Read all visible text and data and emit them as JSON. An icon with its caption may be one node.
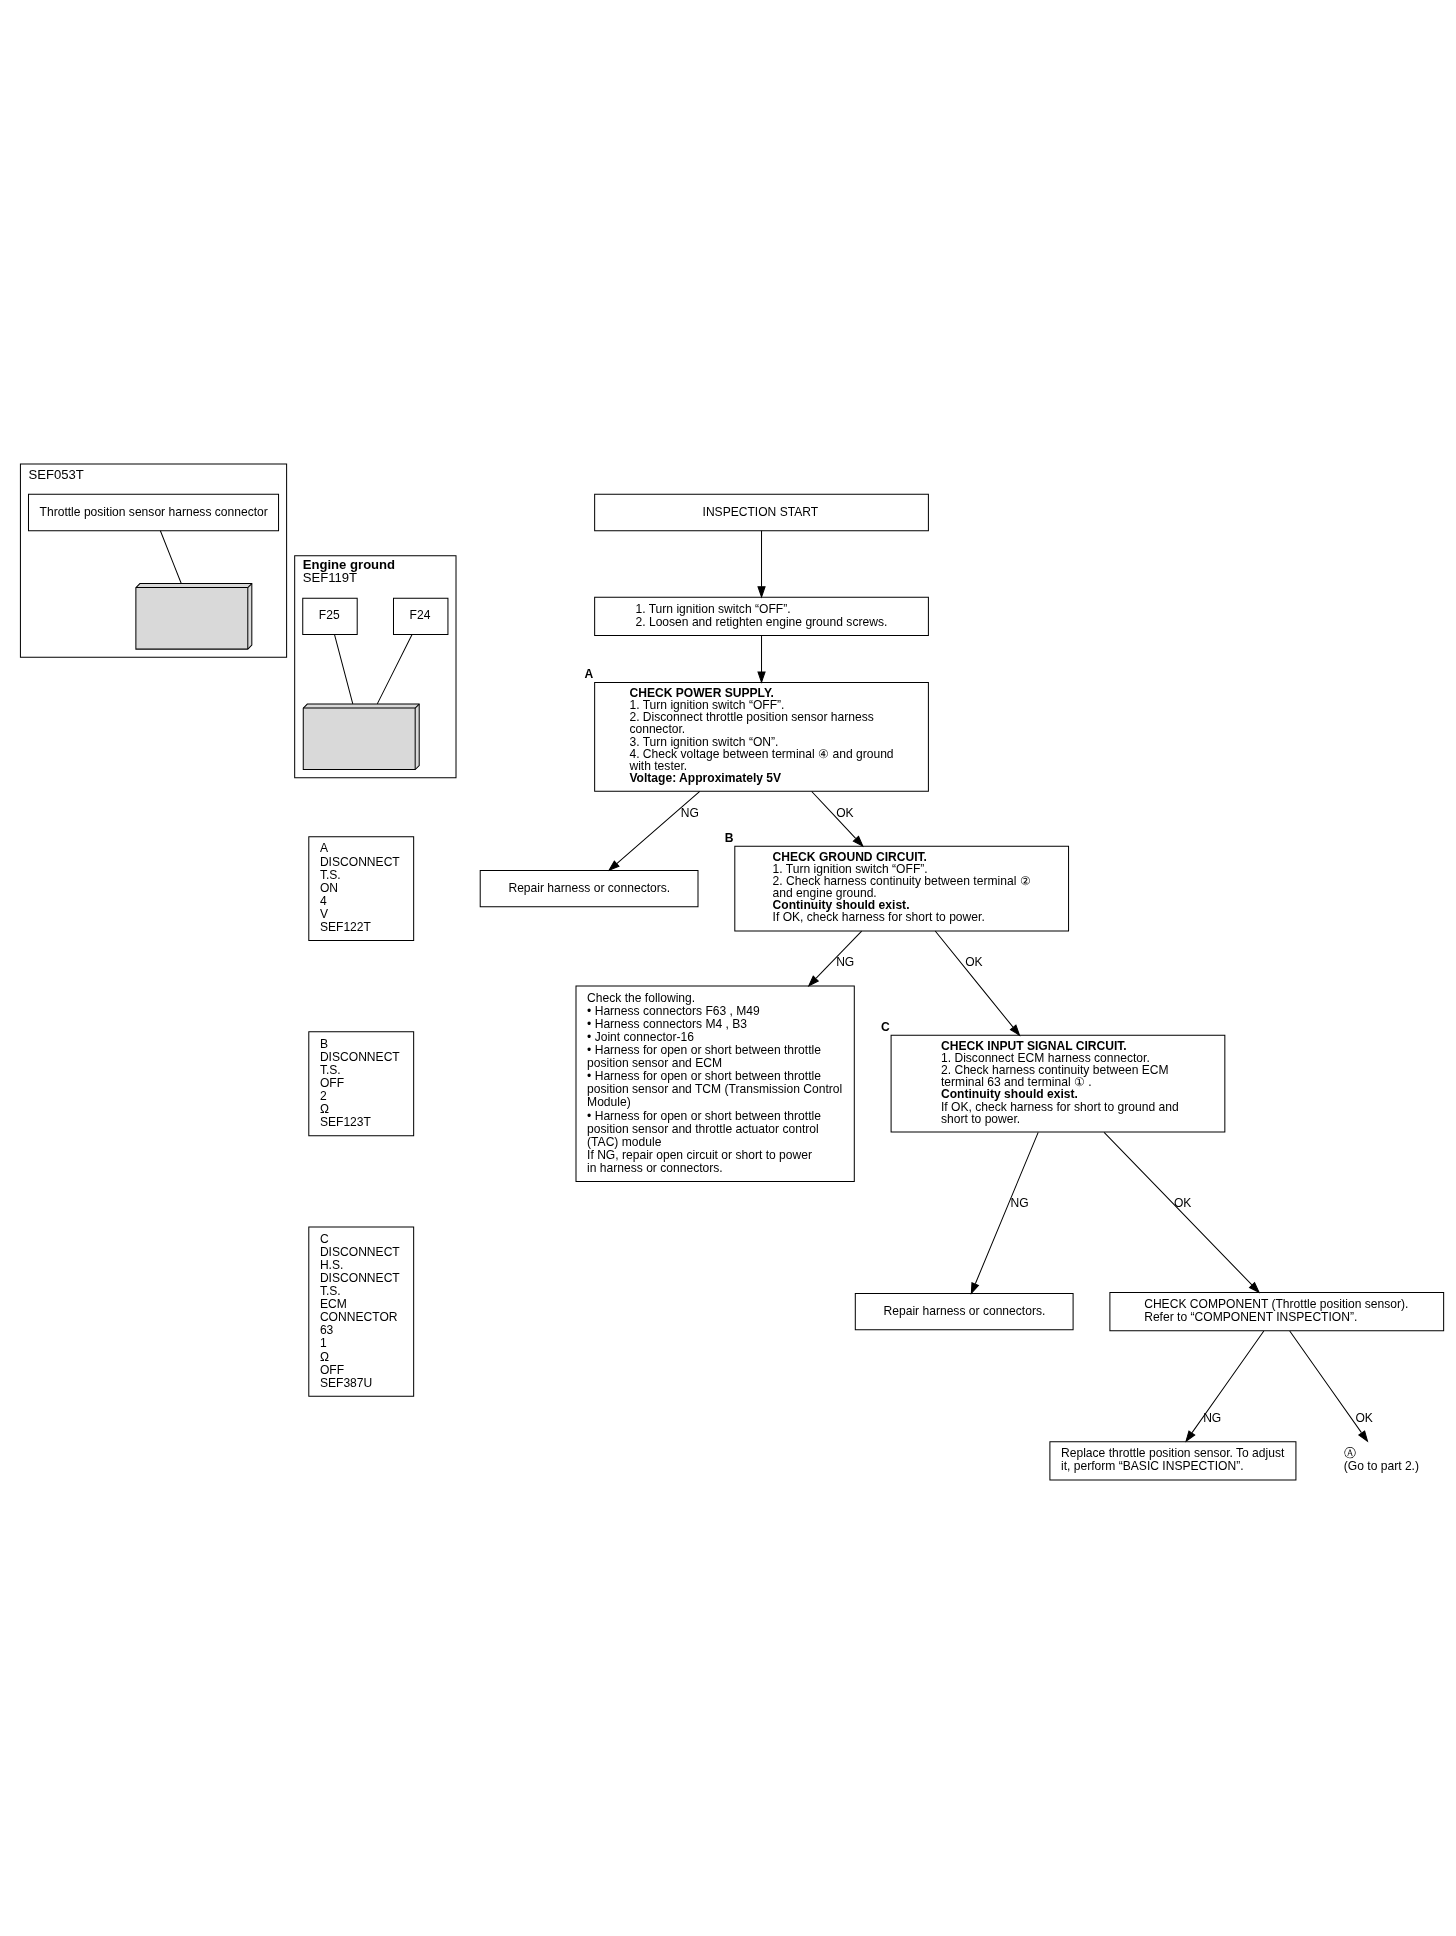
{
  "diagram": {
    "nodes": [
      {
        "text": [
          "SEF053T"
        ]
      },
      {
        "text": [
          "Throttle position sensor harness connector"
        ],
        "in": 0
      },
      {
        "text": [],
        "shape": "picture",
        "in": 0
      },
      {
        "text": [
          "Engine ground",
          "SEF119T"
        ]
      },
      {
        "text": [
          "F24"
        ],
        "in": 3
      },
      {
        "text": [
          "F25"
        ],
        "in": 3
      },
      {
        "text": [],
        "shape": "picture",
        "in": 3
      },
      {
        "text": [
          "A",
          "DISCONNECT",
          "T.S.",
          "ON",
          "4",
          "V",
          "SEF122T"
        ]
      },
      {
        "text": [
          "B",
          "DISCONNECT",
          "T.S.",
          "OFF",
          "2",
          "Ω",
          "SEF123T"
        ]
      },
      {
        "text": [
          "C",
          "DISCONNECT",
          "H.S.",
          "DISCONNECT",
          "T.S.",
          "ECM",
          "CONNECTOR",
          "63",
          "1",
          "Ω",
          "OFF",
          "SEF387U"
        ]
      },
      {
        "text": [
          "INSPECTION START"
        ]
      },
      {
        "text": [
          "1. Turn ignition switch “OFF”.",
          "2. Loosen and retighten engine ground screws."
        ]
      },
      {
        "text": [
          "CHECK POWER SUPPLY.",
          "1. Turn ignition switch “OFF”.",
          "2. Disconnect throttle position sensor harness connector.",
          "3. Turn ignition switch “ON”.",
          "4. Check voltage between terminal ④ and ground with tester.",
          "Voltage: Approximately 5V"
        ],
        "beside": [
          "A"
        ]
      },
      {
        "text": [
          "Repair harness or connectors."
        ]
      },
      {
        "text": [
          "CHECK GROUND CIRCUIT.",
          "1. Turn ignition switch “OFF”.",
          "2. Check harness continuity between terminal ② and engine ground.",
          "Continuity should exist.",
          "If OK, check harness for short to power."
        ],
        "beside": [
          "B"
        ]
      },
      {
        "text": [
          "Check the following.",
          "• Harness connectors F63 , M49",
          "• Harness connectors M4 , B3",
          "• Joint connector-16",
          "• Harness for open or short between throttle position sensor and ECM",
          "• Harness for open or short between throttle position sensor and TCM (Transmission Control Module)",
          "• Harness for open or short between throttle position sensor and throttle actuator control (TAC) module",
          "If NG, repair open circuit or short to power in harness or connectors."
        ]
      },
      {
        "text": [
          "CHECK INPUT SIGNAL CIRCUIT.",
          "1. Disconnect ECM harness connector.",
          "2. Check harness continuity between ECM terminal 63 and terminal ① .",
          "Continuity should exist.",
          "If OK, check harness for short to ground and short to power."
        ],
        "beside": [
          "C"
        ]
      },
      {
        "text": [
          "Repair harness or connectors."
        ]
      },
      {
        "text": [
          "CHECK COMPONENT (Throttle position sensor).",
          "Refer to “COMPONENT INSPECTION”."
        ]
      },
      {
        "text": [
          "Replace throttle position sensor. To adjust it, perform “BASIC INSPECTION”."
        ]
      },
      {
        "text": [
          "Ⓐ",
          "(Go to part 2.)"
        ]
      }
    ],
    "edges": [
      {
        "from": 1,
        "to": 2,
        "arrow": "none"
      },
      {
        "from": 4,
        "to": 6,
        "arrow": "none"
      },
      {
        "from": 5,
        "to": 6,
        "arrow": "none"
      },
      {
        "from": 10,
        "to": 11,
        "arrow": "to"
      },
      {
        "from": 11,
        "to": 12,
        "arrow": "to"
      },
      {
        "from": 12,
        "to": 13,
        "label": "NG",
        "arrow": "to"
      },
      {
        "from": 12,
        "to": 14,
        "label": "OK",
        "arrow": "to"
      },
      {
        "from": 14,
        "to": 15,
        "label": "NG",
        "arrow": "to"
      },
      {
        "from": 14,
        "to": 16,
        "label": "OK",
        "arrow": "to"
      },
      {
        "from": 16,
        "to": 17,
        "label": "NG",
        "arrow": "to"
      },
      {
        "from": 16,
        "to": 18,
        "label": "OK",
        "arrow": "to"
      },
      {
        "from": 18,
        "to": 19,
        "label": "NG",
        "arrow": "to"
      },
      {
        "from": 18,
        "to": 20,
        "label": "OK",
        "arrow": "to"
      }
    ]
  }
}
